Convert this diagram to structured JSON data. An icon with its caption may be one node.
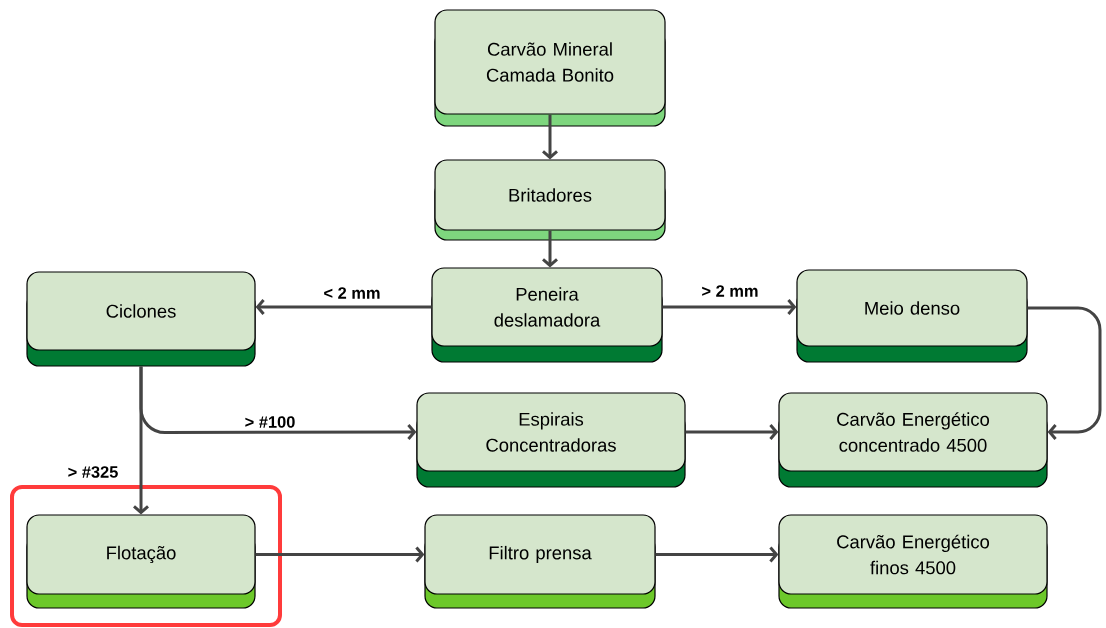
{
  "diagram": {
    "nodes": [
      {
        "text": [
          "Carvão Mineral Camada Bonito"
        ]
      },
      {
        "text": [
          "Britadores"
        ]
      },
      {
        "text": [
          "Peneira deslamadora"
        ]
      },
      {
        "text": [
          "Ciclones"
        ]
      },
      {
        "text": [
          "Meio denso"
        ]
      },
      {
        "text": [
          "Espirais Concentradoras"
        ]
      },
      {
        "text": [
          "Carvão Energético concentrado 4500"
        ]
      },
      {
        "text": [
          "Flotação"
        ]
      },
      {
        "text": [
          "Filtro prensa"
        ]
      },
      {
        "text": [
          "Carvão Energético finos 4500"
        ]
      }
    ],
    "edges": [
      {
        "from": 0,
        "to": 1,
        "arrow": "to"
      },
      {
        "from": 1,
        "to": 2,
        "arrow": "to"
      },
      {
        "from": 2,
        "to": 3,
        "arrow": "to",
        "label": "< 2 mm"
      },
      {
        "from": 2,
        "to": 4,
        "arrow": "to",
        "label": "> 2 mm"
      },
      {
        "from": 3,
        "to": 5,
        "arrow": "to",
        "label": ">  #100"
      },
      {
        "from": 3,
        "to": 7,
        "arrow": "to",
        "label": ">  #325"
      },
      {
        "from": 4,
        "to": 6,
        "arrow": "to"
      },
      {
        "from": 5,
        "to": 6,
        "arrow": "to"
      },
      {
        "from": 7,
        "to": 8,
        "arrow": "to"
      },
      {
        "from": 8,
        "to": 9,
        "arrow": "to"
      }
    ]
  }
}
